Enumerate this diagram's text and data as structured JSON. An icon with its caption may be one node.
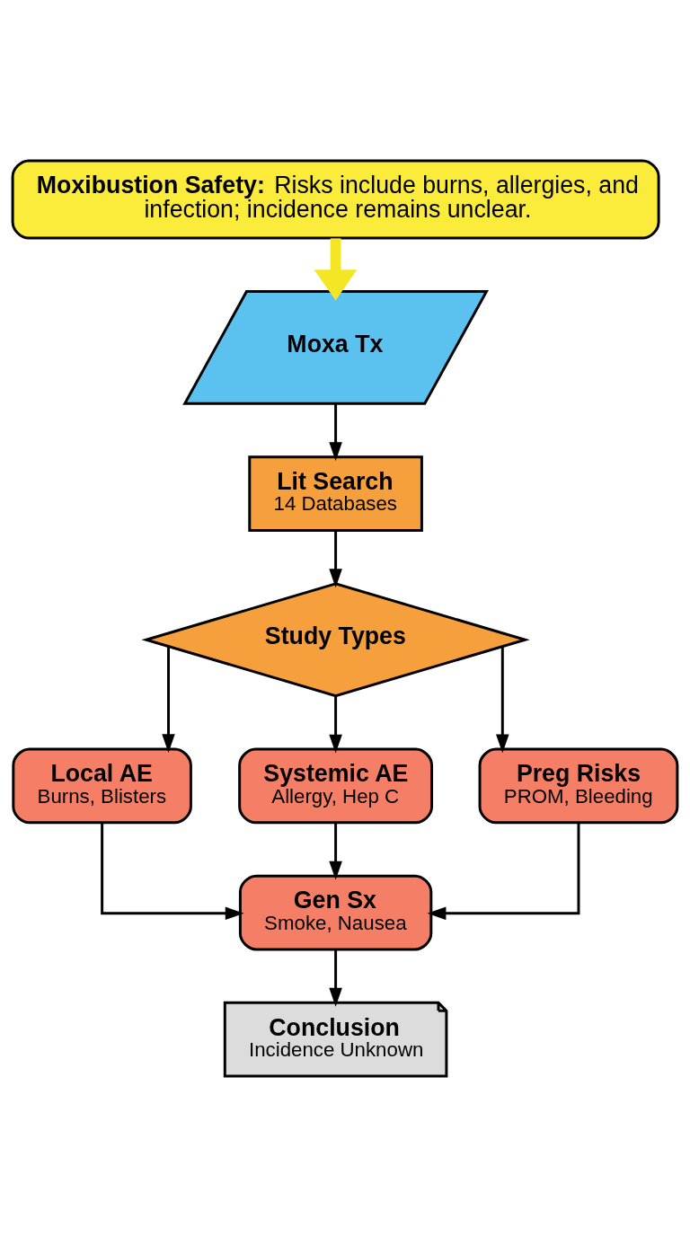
{
  "diagram": {
    "nodes": [
      {
        "text": [
          "**Moxibustion Safety:** Risks include burns, allergies, and infection; incidence remains unclear."
        ]
      },
      {
        "text": [
          "Moxa Tx"
        ]
      },
      {
        "text": [
          "Lit Search",
          "14 Databases"
        ]
      },
      {
        "text": [
          "Study Types"
        ]
      },
      {
        "text": [
          "Local AE",
          "Burns, Blisters"
        ]
      },
      {
        "text": [
          "Systemic AE",
          "Allergy, Hep C"
        ]
      },
      {
        "text": [
          "Preg Risks",
          "PROM, Bleeding"
        ]
      },
      {
        "text": [
          "Gen Sx",
          "Smoke, Nausea"
        ]
      },
      {
        "text": [
          "Conclusion",
          "Incidence Unknown"
        ]
      }
    ],
    "edges": [
      {
        "from": 0,
        "to": 1,
        "arrow": "to",
        "style": "thick",
        "color": "#f5e625"
      },
      {
        "from": 1,
        "to": 2,
        "arrow": "to"
      },
      {
        "from": 2,
        "to": 3,
        "arrow": "to"
      },
      {
        "from": 3,
        "to": 4,
        "arrow": "to"
      },
      {
        "from": 3,
        "to": 5,
        "arrow": "to"
      },
      {
        "from": 3,
        "to": 6,
        "arrow": "to"
      },
      {
        "from": 4,
        "to": 7,
        "arrow": "to"
      },
      {
        "from": 5,
        "to": 7,
        "arrow": "to"
      },
      {
        "from": 6,
        "to": 7,
        "arrow": "to"
      },
      {
        "from": 7,
        "to": 8,
        "arrow": "to"
      }
    ]
  }
}
